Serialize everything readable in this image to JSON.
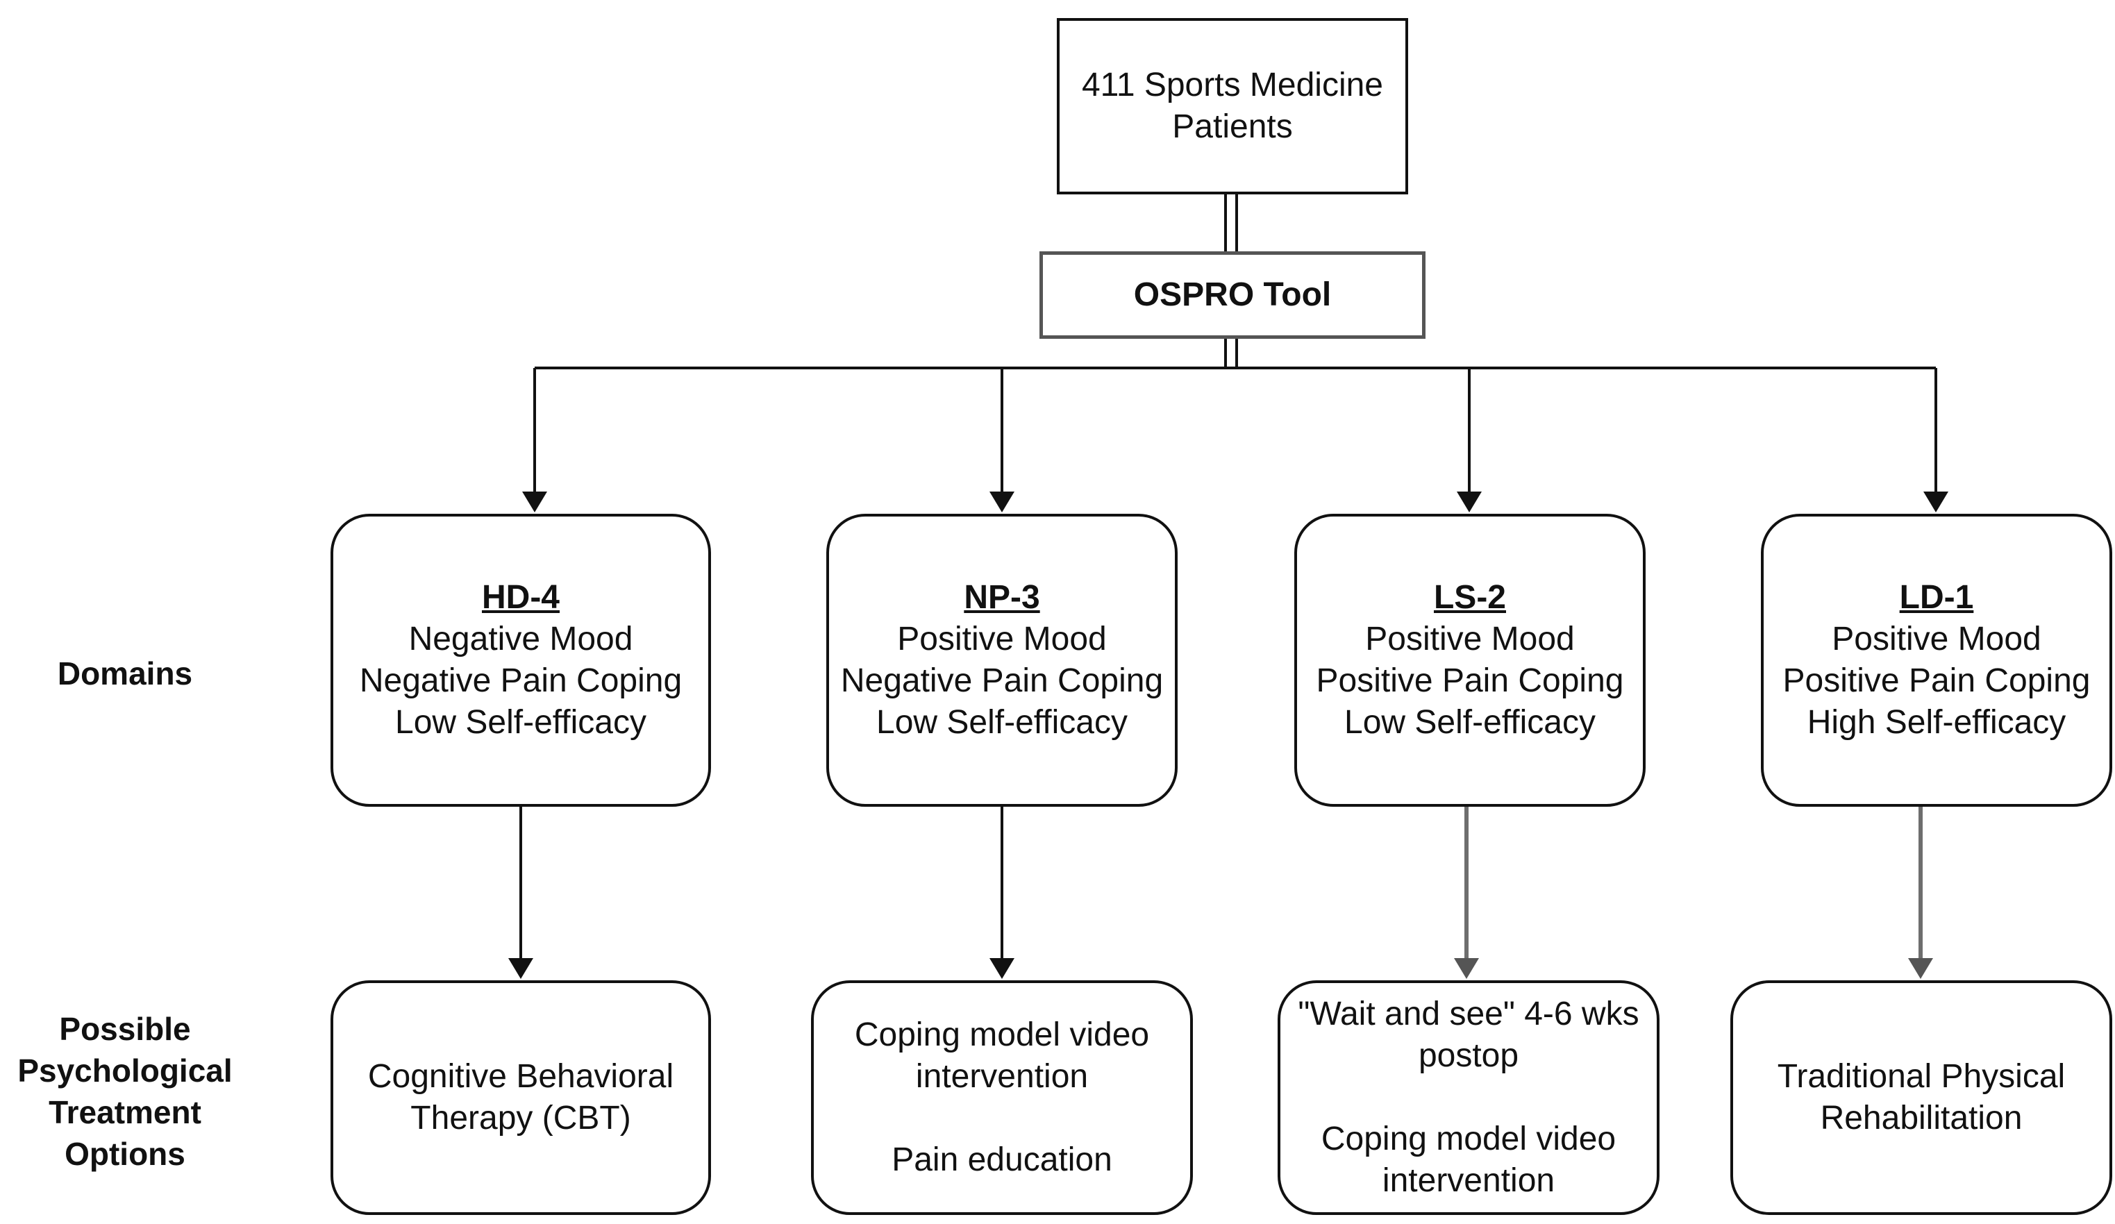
{
  "root": {
    "line1": "411 Sports Medicine",
    "line2": "Patients"
  },
  "tool": {
    "label": "OSPRO Tool"
  },
  "row_labels": {
    "domains": "Domains",
    "treatment": [
      "Possible",
      "Psychological",
      "Treatment",
      "Options"
    ]
  },
  "domains": [
    {
      "code": "HD-4",
      "lines": [
        "Negative Mood",
        "Negative Pain Coping",
        "Low Self-efficacy"
      ]
    },
    {
      "code": "NP-3",
      "lines": [
        "Positive Mood",
        "Negative Pain Coping",
        "Low Self-efficacy"
      ]
    },
    {
      "code": "LS-2",
      "lines": [
        "Positive Mood",
        "Positive Pain Coping",
        "Low Self-efficacy"
      ]
    },
    {
      "code": "LD-1",
      "lines": [
        "Positive Mood",
        "Positive Pain Coping",
        "High Self-efficacy"
      ]
    }
  ],
  "treatments": [
    {
      "a": [
        "Cognitive Behavioral",
        "Therapy (CBT)"
      ]
    },
    {
      "a": [
        "Coping model video",
        "intervention"
      ],
      "b": [
        "Pain education"
      ]
    },
    {
      "a": [
        "\"Wait and see\" 4-6 wks",
        "postop"
      ],
      "b": [
        "Coping model video",
        "intervention"
      ]
    },
    {
      "a": [
        "Traditional Physical",
        "Rehabilitation"
      ]
    }
  ],
  "colors": {
    "stroke": "#111111",
    "gray_arrow": "#6e6e6e",
    "tool_border": "#555555"
  }
}
